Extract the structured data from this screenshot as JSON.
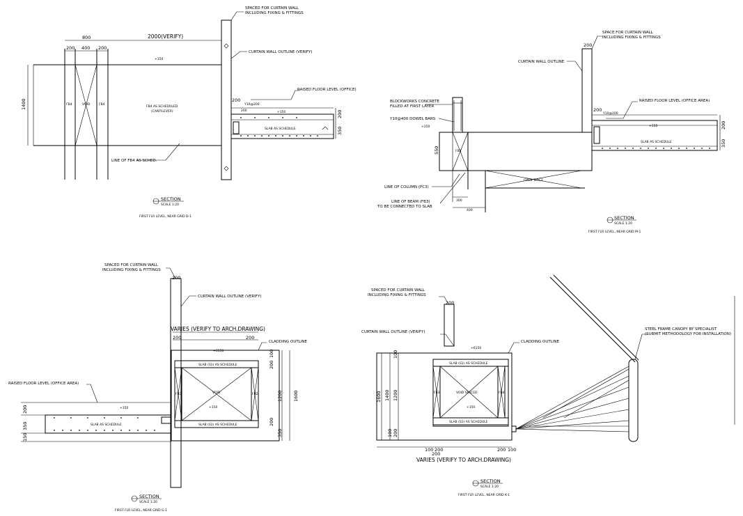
{
  "section_a": {
    "notes": {
      "curtain_wall_space_l1": "SPACED FOR CURTAIN WALL",
      "curtain_wall_space_l2": "INCLUDING FIXING & FITTINGS",
      "curtain_wall_outline": "CURTAIN WALL OUTLINE (VERIFY)",
      "raised_floor": "RAISED FLOOR LEVEL (OFFICE)",
      "fb4_l1": "FB4 AS SCHEDULED",
      "fb4_l2": "(CANTILEVER)",
      "slab": "SLAB AS SCHEDULE",
      "line_fb4": "LINE OF FB4 AS SCHED.",
      "void": "VOID",
      "fb4_left": "FB4",
      "fb4_right": "FB4",
      "y10": "Y10@200",
      "level1": "+150",
      "level2": "+150"
    },
    "dims": {
      "d800": "800",
      "d200a": "200",
      "d400": "400",
      "d200b": "200",
      "d2000": "2000(VERIFY)",
      "d1400": "1400",
      "d200c": "200",
      "d200d": "200",
      "d350": "350",
      "d200e": "200"
    },
    "title": "SECTION",
    "scale": "SCALE 1:20",
    "subtitle": "FIRST FLR LEVEL, NEAR GRID D-1"
  },
  "section_b": {
    "notes": {
      "curtain_wall_space_l1": "SPACE FOR CURTAIN WALL",
      "curtain_wall_space_l2": "INCLUDING FIXING & FITTINGS",
      "curtain_wall_outline": "CURTAIN WALL OUTLINE",
      "blockworks_l1": "BLOCKWORKS CONCRETE",
      "blockworks_l2": "FILLED AT FIRST LAYER",
      "dowel": "Y10@400 DOWEL BARS",
      "raised_floor": "RAISED FLOOR LEVEL (OFFICE AREA)",
      "slab": "SLAB AS SCHEDULE",
      "line_column": "LINE OF COLUMN (PC3)",
      "line_beam_l1": "LINE OF BEAM (FB3)",
      "line_beam_l2": "TO BE CONNECTED TO SLAB",
      "fb3": "FB3",
      "y10": "Y10@200",
      "level1": "+150",
      "level2": "+150",
      "void": "OPEN SPACE"
    },
    "dims": {
      "d200a": "200",
      "d200b": "200",
      "d200c": "200",
      "d350": "350",
      "d550": "550",
      "d300": "300",
      "d400": "400"
    },
    "title": "SECTION",
    "scale": "SCALE 1:20",
    "subtitle": "FIRST FLR LEVEL, NEAR GRID M-1"
  },
  "section_c": {
    "notes": {
      "curtain_wall_space_l1": "SPACED FOR CURTAIN WALL",
      "curtain_wall_space_l2": "INCLUDING FIXING & FITTINGS",
      "curtain_wall_outline": "CURTAIN WALL OUTLINE (VERIFY)",
      "varies": "VARIES (VERIFY TO ARCH.DRAWING)",
      "cladding": "CLADDING OUTLINE",
      "raised_floor": "RAISED FLOOR LEVEL (OFFICE AREA)",
      "slab": "SLAB AS SCHEDULE",
      "slab_top": "SLAB (S1) AS SCHEDULE",
      "slab_bottom": "SLAB (S1) AS SCHEDULE",
      "void": "VOID",
      "fb_left": "FB3",
      "fb_right": "FB2",
      "level1": "+6150",
      "level2": "+150",
      "level3": "+150"
    },
    "dims": {
      "d200a": "200",
      "d200b": "200",
      "d200c": "200",
      "d200d": "200",
      "d200e": "200",
      "d100": "100",
      "d1200": "1200",
      "d1600": "1600",
      "d350a": "350",
      "d200f": "200",
      "d150": "150",
      "d350b": "350"
    },
    "title": "SECTION",
    "scale": "SCALE 1:20",
    "subtitle": "FIRST FLR LEVEL, NEAR GRID G-1"
  },
  "section_d": {
    "notes": {
      "curtain_wall_space_l1": "SPACED FOR CURTAIN WALL",
      "curtain_wall_space_l2": "INCLUDING FIXING & FITTINGS",
      "curtain_wall_outline": "CURTAIN WALL OUTLINE (VERIFY)",
      "cladding": "CLADDING OUTLINE",
      "canopy_l1": "STEEL FRAME CANOPY BY SPECIALIST",
      "canopy_l2": "(SUBMIT METHODOLOGY FOR INSTALLATION)",
      "varies": "VARIES (VERIFY TO ARCH.DRAWING)",
      "slab_top": "SLAB (S1) AS SCHEDULE",
      "slab_bottom": "SLAB (S1) AS SCHEDULE",
      "void": "VOID SPACED",
      "fb_left": "FB3",
      "fb_right": "FB4",
      "level1": "+6150",
      "level2": "+150"
    },
    "dims": {
      "d200a": "200",
      "d1600": "1600",
      "d1400": "1400",
      "d1200": "1200",
      "d100a": "100",
      "d100b": "100",
      "d200b": "200",
      "d200c": "200",
      "d200d": "200",
      "d100c": "100",
      "d200e": "200",
      "d100d": "100"
    },
    "title": "SECTION",
    "scale": "SCALE 1:20",
    "subtitle": "FIRST FLR LEVEL, NEAR GRID K-1"
  }
}
